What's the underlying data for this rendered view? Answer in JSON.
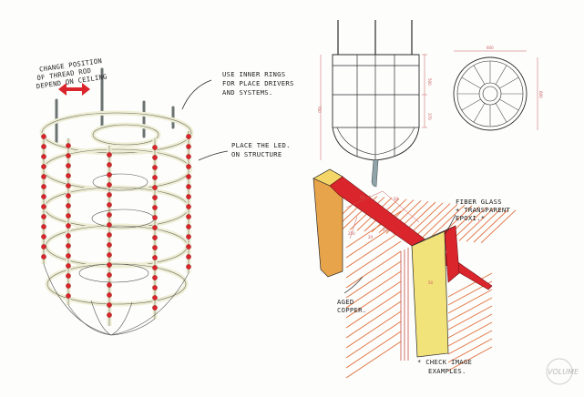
{
  "annotations": {
    "thread_rod": [
      "CHANGE POSITION",
      "OF THREAD ROD",
      "DEPEND ON CEILING"
    ],
    "inner_rings": [
      "USE INNER RINGS",
      "FOR PLACE DRIVERS",
      "AND SYSTEMS."
    ],
    "led": [
      "PLACE THE LED.",
      "ON STRUCTURE"
    ],
    "fiberglass": [
      "FIBER GLASS",
      "+ TRANSPARENT",
      "EPOXI.*"
    ],
    "copper": [
      "AGED",
      "COPPER."
    ],
    "note": [
      "* CHECK IMAGE",
      "EXAMPLES."
    ]
  },
  "dimensions": {
    "elev_upper": "500",
    "elev_lower": "370",
    "elev_total": "700",
    "plan_width": "600",
    "plan_side": "600",
    "detail_a": "80",
    "detail_b": "50",
    "detail_c": "20",
    "detail_d": "20",
    "detail_e": "50",
    "detail_f": "250"
  },
  "watermark": "VOLUME",
  "colors": {
    "led": "#d9252b",
    "copper": "#d9532f",
    "fiberglass": "#f2e27a",
    "rod": "#6b7472",
    "arrow": "#d9252b"
  }
}
